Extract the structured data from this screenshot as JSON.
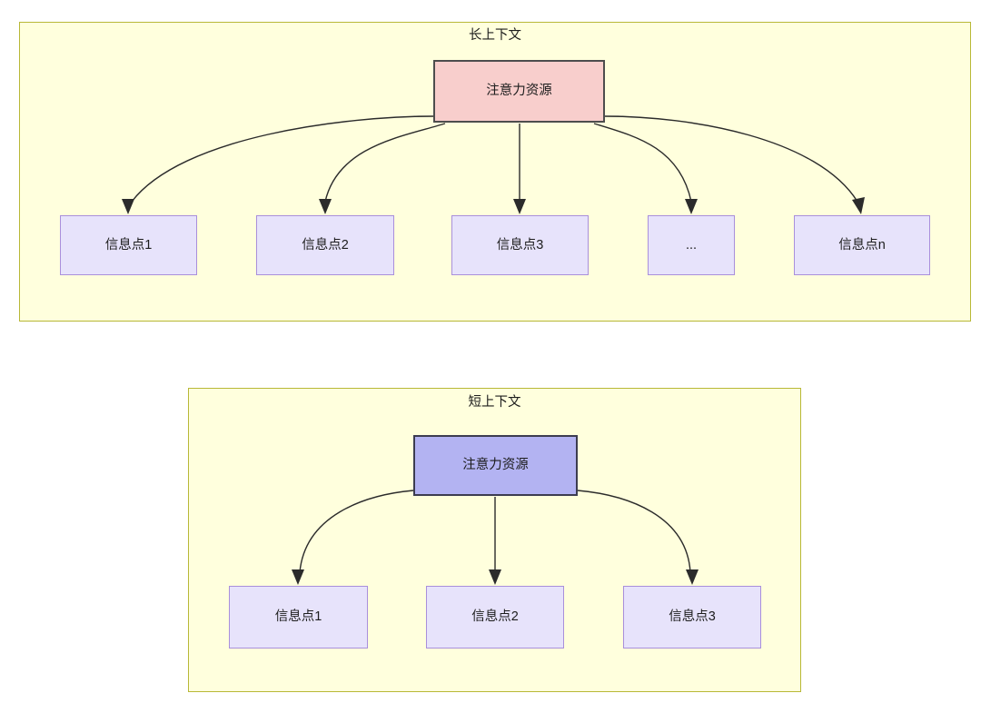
{
  "diagram": {
    "title_long": "长上下文",
    "title_short": "短上下文",
    "colors": {
      "panel_fill": "#ffffdd",
      "panel_border": "#b8b837",
      "root_long_fill": "#f8cecc",
      "root_long_border": "#4d4d4d",
      "root_short_fill": "#b3b3f2",
      "root_short_border": "#3c3c50",
      "info_fill": "#e7e3fb",
      "info_border": "#a98fdb",
      "edge_stroke": "#2b2b2b",
      "text": "#1d1d1d"
    }
  },
  "long_context": {
    "title": "长上下文",
    "root": {
      "label": "注意力资源"
    },
    "children": [
      {
        "label": "信息点1"
      },
      {
        "label": "信息点2"
      },
      {
        "label": "信息点3"
      },
      {
        "label": "..."
      },
      {
        "label": "信息点n"
      }
    ]
  },
  "short_context": {
    "title": "短上下文",
    "root": {
      "label": "注意力资源"
    },
    "children": [
      {
        "label": "信息点1"
      },
      {
        "label": "信息点2"
      },
      {
        "label": "信息点3"
      }
    ]
  }
}
